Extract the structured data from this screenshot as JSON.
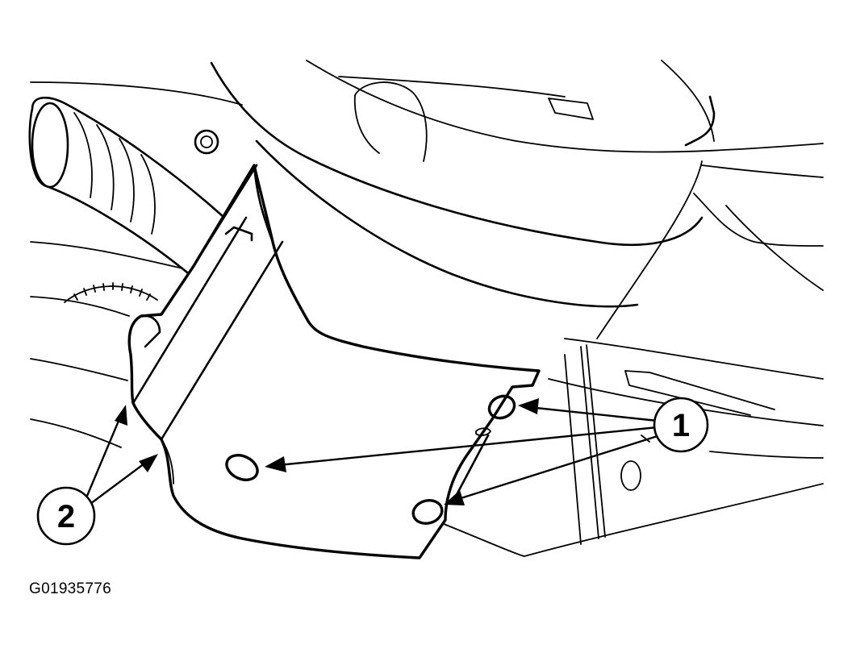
{
  "figure": {
    "id_label": "G01935776"
  },
  "callouts": [
    {
      "number": "1",
      "targets": 3
    },
    {
      "number": "2",
      "targets": 2
    }
  ],
  "colors": {
    "ink": "#000000",
    "background": "#ffffff"
  }
}
